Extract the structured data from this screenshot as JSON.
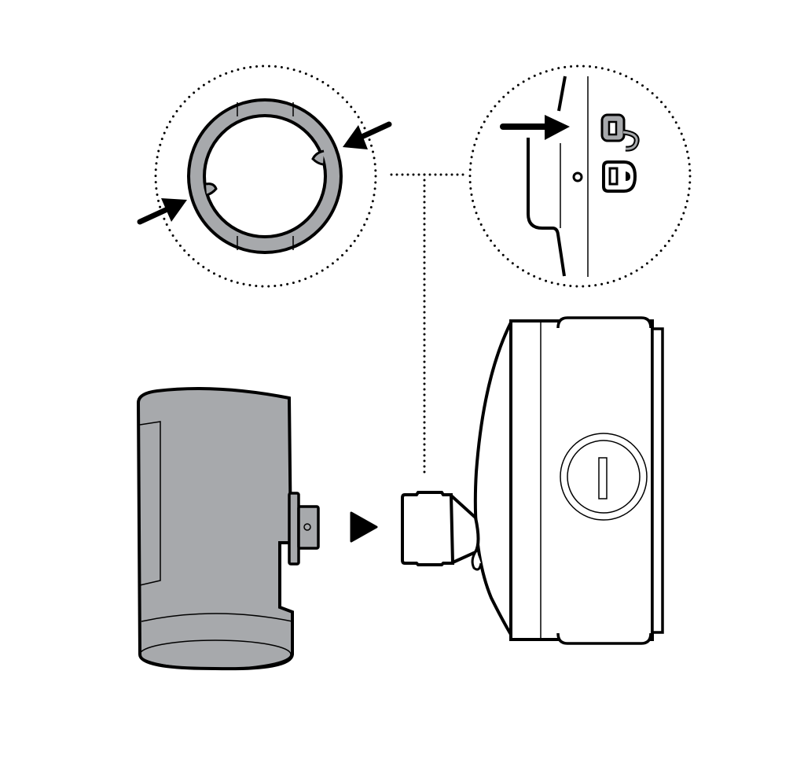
{
  "colors": {
    "background": "#ffffff",
    "stroke": "#000000",
    "fill_gray": "#a7a9ac"
  },
  "icons": [
    "camera-body",
    "mounting-ring-detail",
    "lock-detail",
    "junction-box",
    "connector-adapter",
    "direction-arrow",
    "lock-icon",
    "unlock-icon"
  ]
}
